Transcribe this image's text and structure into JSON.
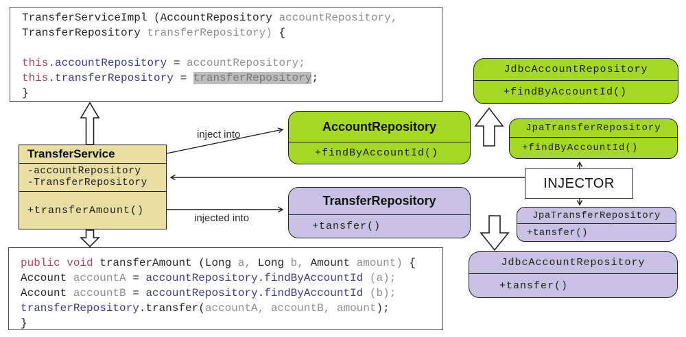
{
  "colors": {
    "interface_green": "#a3d829",
    "implementation_purple": "#c9c1e3",
    "service_tan": "#e9dda3",
    "code_keyword": "#9e4767",
    "code_identifier": "#3d3b80",
    "code_muted": "#8e8e8e",
    "highlight_gray": "#bdbdbd"
  },
  "code_top": {
    "lines": [
      [
        {
          "t": "TransferServiceImpl (AccountRepository ",
          "c": "k"
        },
        {
          "t": "accountRepository,",
          "c": "g"
        }
      ],
      [
        {
          "t": "TransferRepository ",
          "c": "k"
        },
        {
          "t": "transferRepository)",
          "c": "g"
        },
        {
          "t": " {",
          "c": "k"
        }
      ],
      [],
      [
        {
          "t": "this",
          "c": "kw"
        },
        {
          "t": ".accountRepository",
          "c": "id"
        },
        {
          "t": " = ",
          "c": "k"
        },
        {
          "t": "accountRepository;",
          "c": "g"
        }
      ],
      [
        {
          "t": "this",
          "c": "kw"
        },
        {
          "t": ".transferRepository",
          "c": "id"
        },
        {
          "t": " = ",
          "c": "k"
        },
        {
          "t": "transferRepository",
          "c": "hl"
        },
        {
          "t": ";",
          "c": "k"
        }
      ],
      [
        {
          "t": "}",
          "c": "k"
        }
      ]
    ]
  },
  "code_bottom": {
    "lines": [
      [
        {
          "t": "public void",
          "c": "kw"
        },
        {
          "t": " transferAmount (Long ",
          "c": "k"
        },
        {
          "t": "a,",
          "c": "g"
        },
        {
          "t": " Long ",
          "c": "k"
        },
        {
          "t": "b,",
          "c": "g"
        },
        {
          "t": " Amount ",
          "c": "k"
        },
        {
          "t": "amount)",
          "c": "g"
        },
        {
          "t": " {",
          "c": "k"
        }
      ],
      [
        {
          "t": "Account ",
          "c": "k"
        },
        {
          "t": "accountA",
          "c": "g"
        },
        {
          "t": " = ",
          "c": "k"
        },
        {
          "t": "accountRepository.findByAccountId",
          "c": "id"
        },
        {
          "t": " (a);",
          "c": "g"
        }
      ],
      [
        {
          "t": "Account ",
          "c": "k"
        },
        {
          "t": "accountB",
          "c": "g"
        },
        {
          "t": " = ",
          "c": "k"
        },
        {
          "t": "accountRepository.findByAccountId",
          "c": "id"
        },
        {
          "t": " (b);",
          "c": "g"
        }
      ],
      [
        {
          "t": "transferRepository",
          "c": "id"
        },
        {
          "t": ".transfer(",
          "c": "k"
        },
        {
          "t": "accountA, accountB, amount",
          "c": "g"
        },
        {
          "t": ");",
          "c": "k"
        }
      ],
      [
        {
          "t": "}",
          "c": "k"
        }
      ]
    ]
  },
  "transfer_service": {
    "title": "TransferService",
    "attrs": [
      "-accountRepository",
      "-TransferRepository"
    ],
    "method": "+transferAmount()"
  },
  "account_repository": {
    "title": "AccountRepository",
    "method": "+findByAccountId()"
  },
  "transfer_repository": {
    "title": "TransferRepository",
    "method": "+tansfer()"
  },
  "jdbc_account_repository_green": {
    "title": "JdbcAccountRepository",
    "method": "+findByAccountId()"
  },
  "jpa_transfer_repository_green": {
    "title": "JpaTransferRepository",
    "method": "+findByAccountId()"
  },
  "jpa_transfer_repository_purple": {
    "title": "JpaTransferRepository",
    "method": "+tansfer()"
  },
  "jdbc_account_repository_purple": {
    "title": "JdbcAccountRepository",
    "method": "+tansfer()"
  },
  "injector": {
    "label": "INJECTOR"
  },
  "arrow_labels": {
    "inject_into": "inject into",
    "injected_into": "injected into"
  }
}
